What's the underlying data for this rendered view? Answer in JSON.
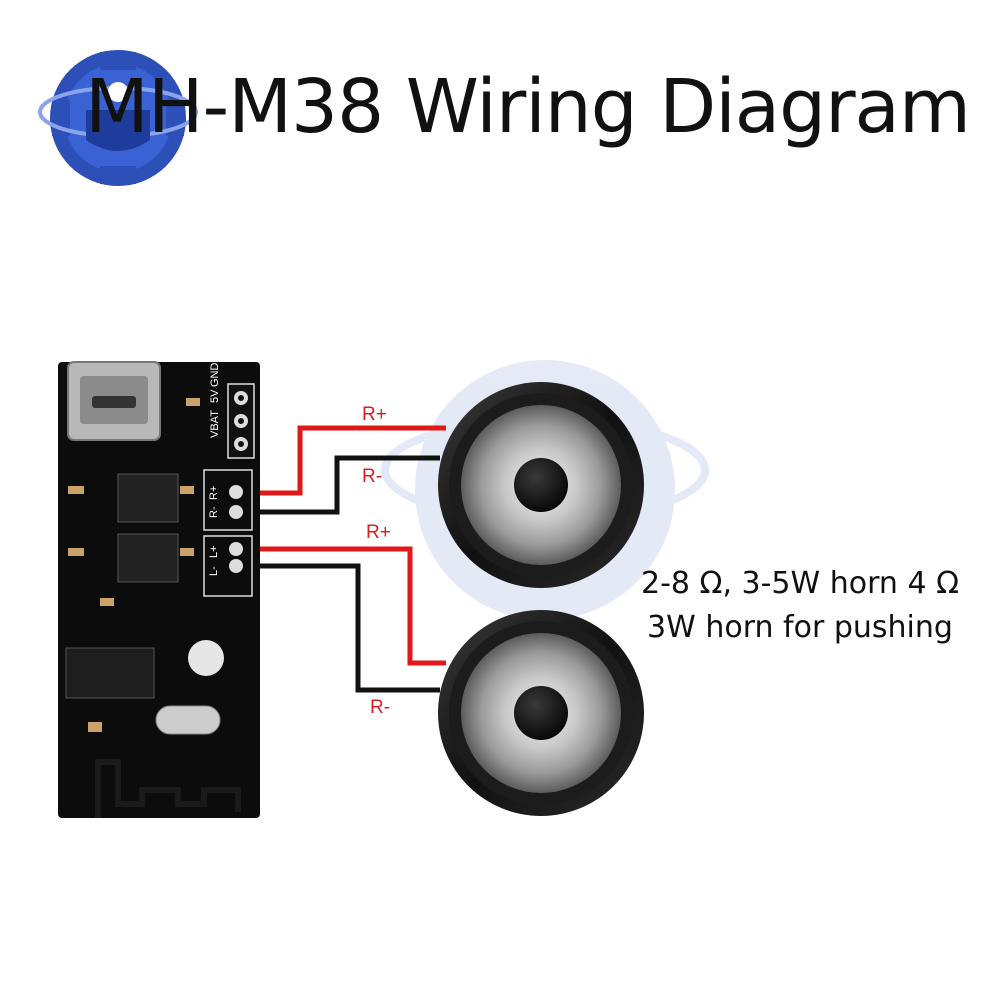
{
  "title": "MH-M38 Wiring Diagram",
  "board": {
    "power_pins": [
      "VBAT",
      "5V",
      "GND"
    ],
    "right_pins": [
      "R+",
      "R-"
    ],
    "left_pins": [
      "L+",
      "L-"
    ]
  },
  "wires": {
    "top_speaker": {
      "positive": "R+",
      "negative": "R-"
    },
    "bottom_speaker": {
      "positive": "R+",
      "negative": "R-"
    }
  },
  "note": {
    "line1": "2-8 Ω, 3-5W horn 4 Ω",
    "line2": "3W horn for pushing"
  },
  "colors": {
    "positive_wire": "#e01818",
    "negative_wire": "#111111",
    "pcb": "#0c0c0c",
    "logo": "#2c4fb8"
  }
}
